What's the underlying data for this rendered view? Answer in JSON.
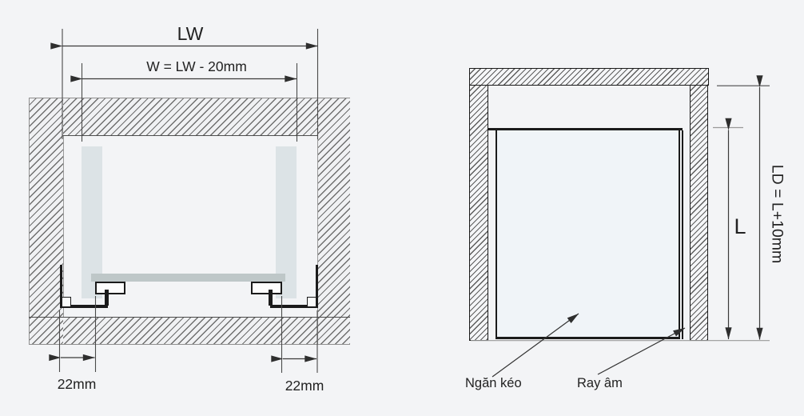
{
  "colors": {
    "bg": "#f3f4f6",
    "ink": "#222222",
    "line": "#3a3a3a",
    "hatch-line": "#6f6f6f",
    "panel": "#dce3e6",
    "bar": "#bec7c8",
    "face": "#f0f4f8",
    "black": "#1b1b1b"
  },
  "front_view": {
    "lw_label": "LW",
    "w_label": "W = LW - 20mm",
    "left_offset_label": "22mm",
    "right_offset_label": "22mm"
  },
  "side_view": {
    "l_label": "L",
    "ld_label": "LD = L+10mm",
    "drawer_label": "Ngăn kéo",
    "rail_label": "Ray âm"
  }
}
